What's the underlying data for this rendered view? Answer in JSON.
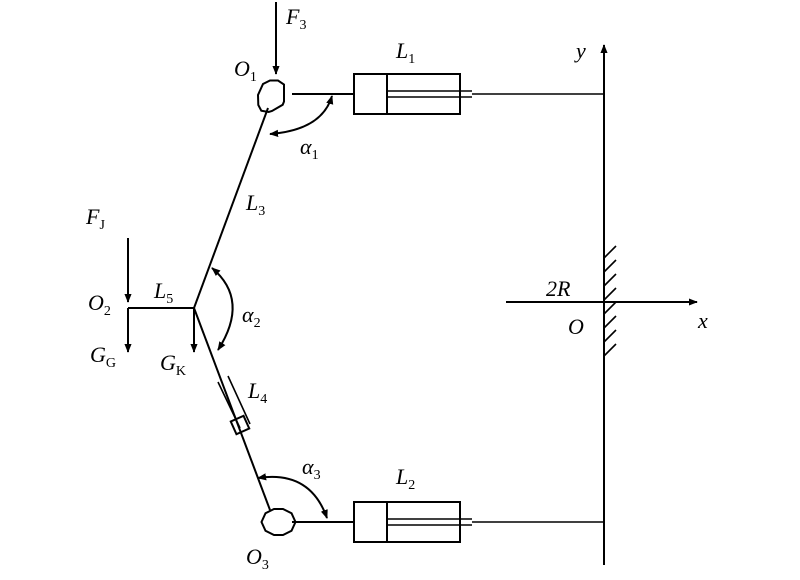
{
  "labels": {
    "F3": {
      "main": "F",
      "sub": "3"
    },
    "O1": {
      "main": "O",
      "sub": "1"
    },
    "L1": {
      "main": "L",
      "sub": "1"
    },
    "y": {
      "main": "y",
      "sub": ""
    },
    "alpha1": {
      "main": "α",
      "sub": "1"
    },
    "L3": {
      "main": "L",
      "sub": "3"
    },
    "FJ": {
      "main": "F",
      "sub": "J"
    },
    "O2": {
      "main": "O",
      "sub": "2"
    },
    "L5": {
      "main": "L",
      "sub": "5"
    },
    "alpha2": {
      "main": "α",
      "sub": "2"
    },
    "GG": {
      "main": "G",
      "sub": "G"
    },
    "GK": {
      "main": "G",
      "sub": "K"
    },
    "twoR": {
      "main": "2R",
      "sub": ""
    },
    "O": {
      "main": "O",
      "sub": ""
    },
    "x": {
      "main": "x",
      "sub": ""
    },
    "L4": {
      "main": "L",
      "sub": "4"
    },
    "alpha3": {
      "main": "α",
      "sub": "3"
    },
    "L2": {
      "main": "L",
      "sub": "2"
    },
    "O3": {
      "main": "O",
      "sub": "3"
    }
  }
}
